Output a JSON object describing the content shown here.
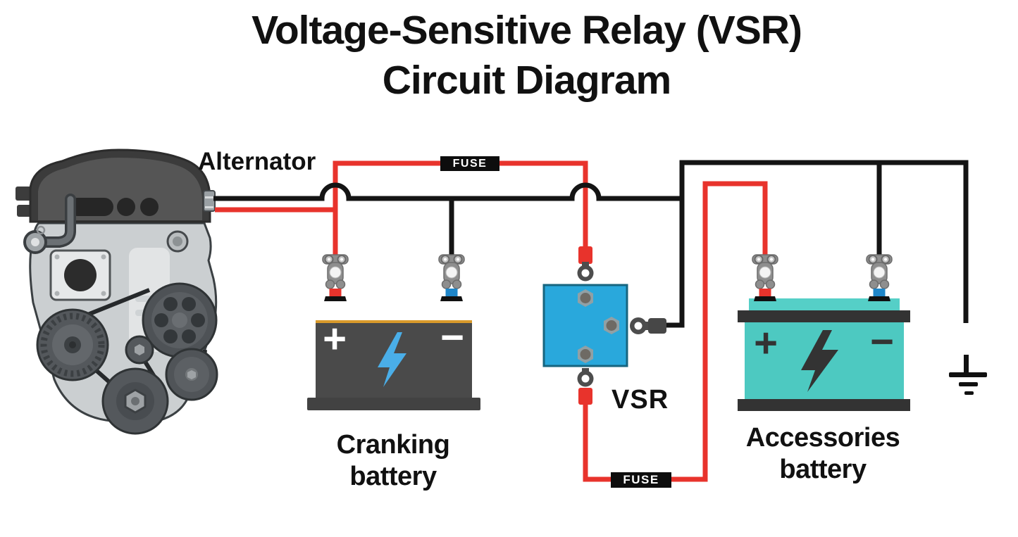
{
  "title": {
    "line1": "Voltage-Sensitive Relay (VSR)",
    "line2": "Circuit Diagram"
  },
  "labels": {
    "alternator": "Alternator",
    "vsr": "VSR"
  },
  "fuses": {
    "top": "FUSE",
    "bottom": "FUSE"
  },
  "cranking": {
    "label1": "Cranking",
    "label2": "battery",
    "plus": "+",
    "minus": "−"
  },
  "accessories": {
    "label1": "Accessories",
    "label2": "battery",
    "plus": "+",
    "minus": "−"
  },
  "icons": {
    "engine": "engine-illustration",
    "ground": "ground-symbol",
    "terminal_clamp": "battery-terminal-clamp",
    "ring_terminal": "ring-terminal",
    "lightning": "lightning-bolt"
  },
  "colors": {
    "background": "#FFFFFF",
    "text": "#111111",
    "wire_red": "#E8332C",
    "wire_black": "#141414",
    "fuse_bg": "#0D0D0D",
    "fuse_text": "#FFFFFF",
    "vsr_blue": "#29A8DC",
    "vsr_border": "#17657F",
    "battery_dark": "#4A4A4A",
    "battery_dark_base": "#424242",
    "battery_stripe": "#D99A2B",
    "battery_teal": "#4DC9C1",
    "battery_teal_cap": "#55CFC7",
    "battery_band": "#333333",
    "bolt_blue": "#4AAEE8",
    "bolt_dark": "#333333",
    "terminal_pad_red": "#E8332C",
    "terminal_pad_blue": "#1F86C9",
    "clamp_gray": "#8E8E8E"
  }
}
